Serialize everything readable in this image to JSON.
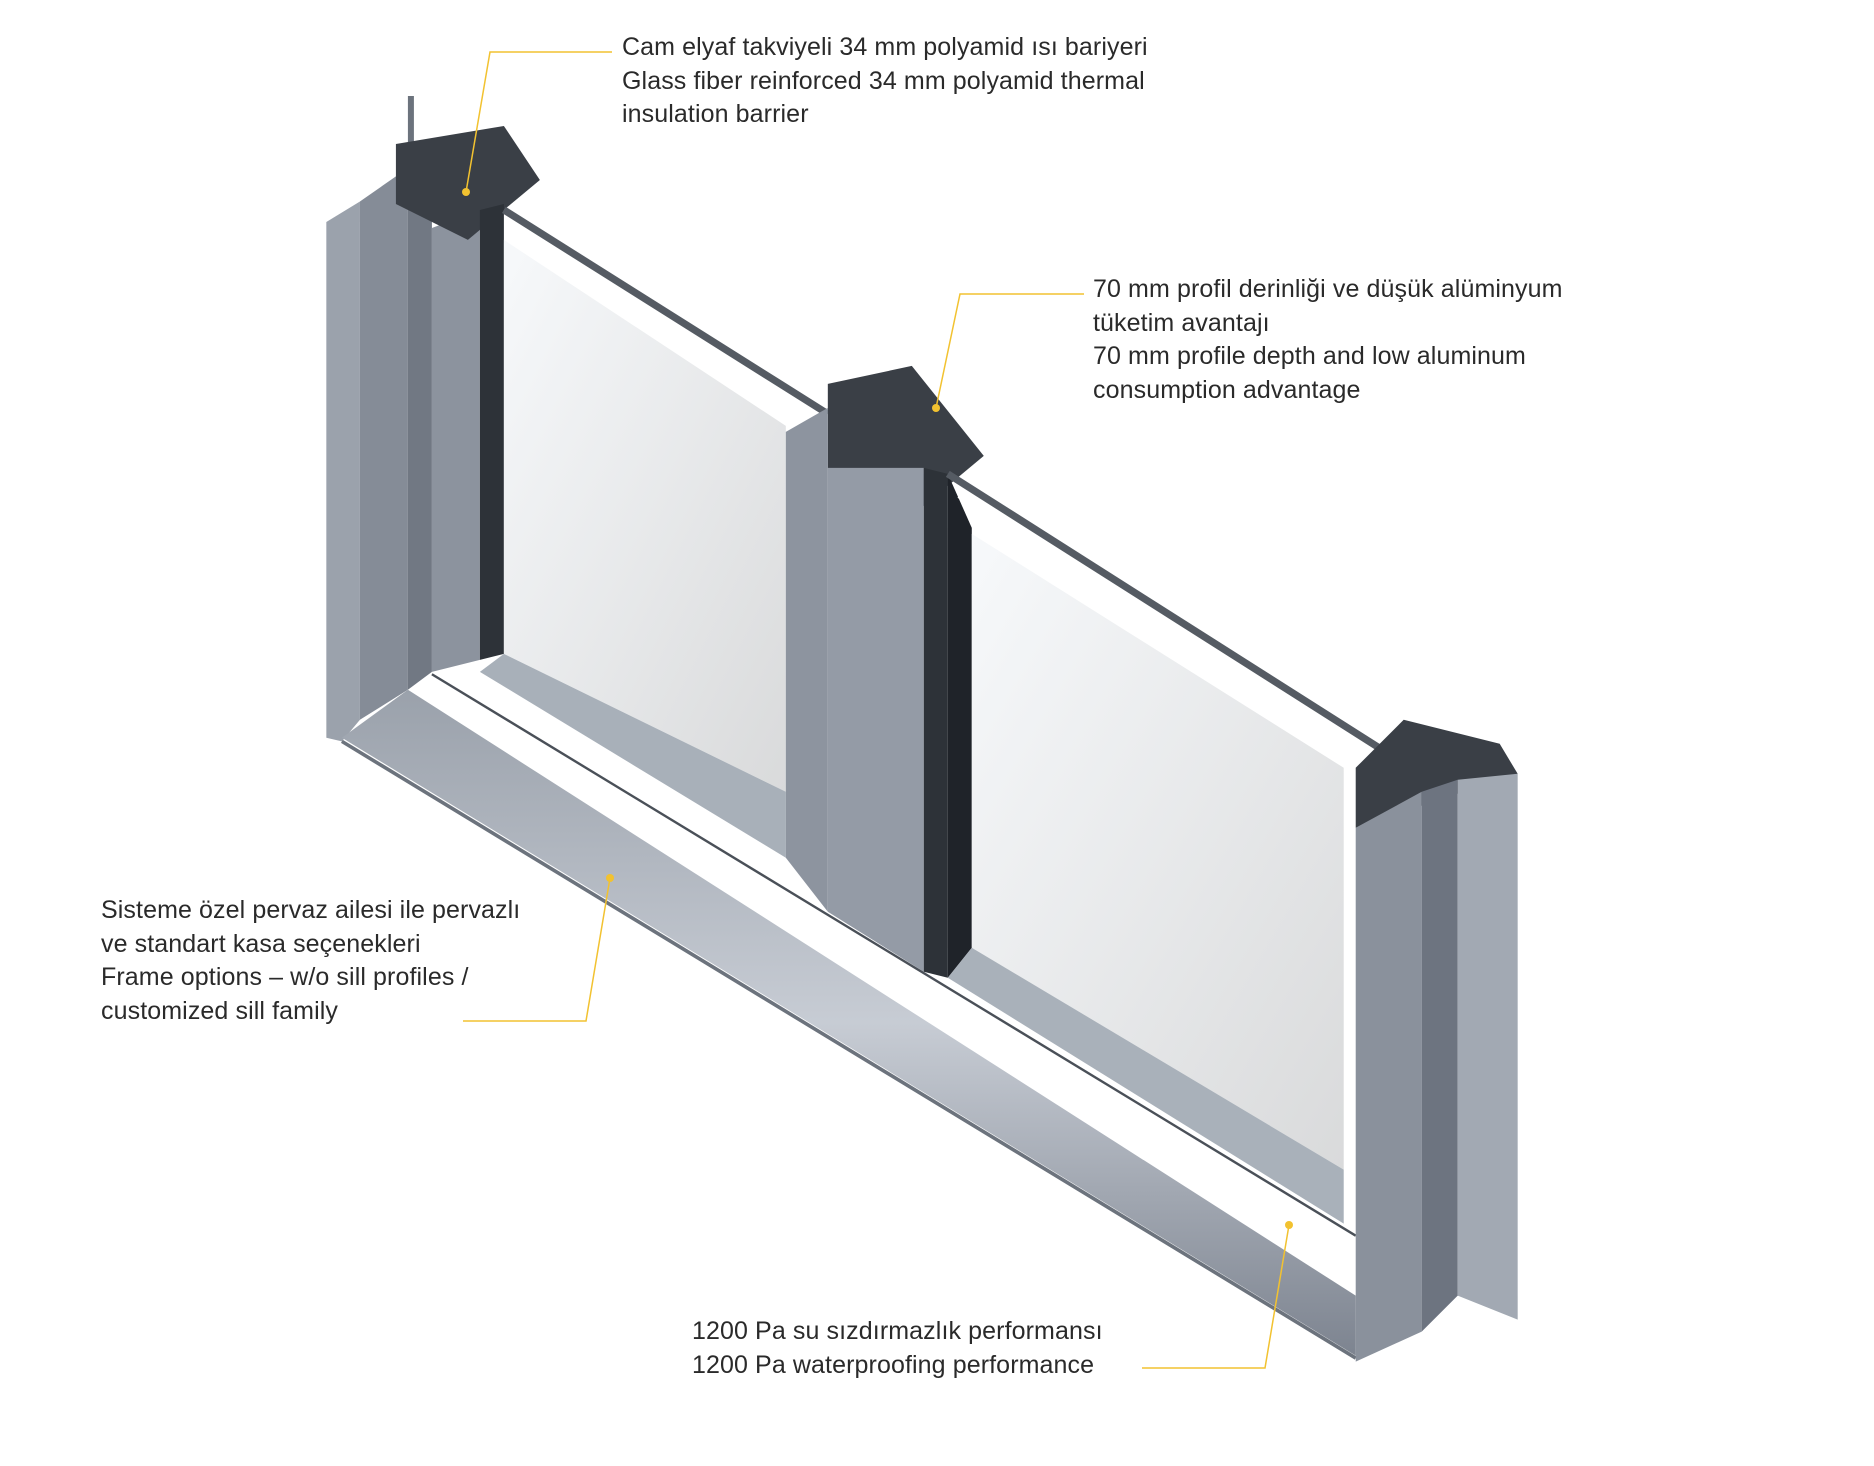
{
  "colors": {
    "leader": "#f2c230",
    "frame": "#8a919c",
    "frame_dark": "#5f6670",
    "glass": "#eef0f2",
    "text": "#2a2a2a"
  },
  "callouts": [
    {
      "id": "thermal-barrier",
      "lines": [
        "Cam elyaf takviyeli 34 mm polyamid ısı bariyeri",
        "Glass fiber reinforced 34 mm polyamid thermal",
        "insulation barrier"
      ]
    },
    {
      "id": "profile-depth",
      "lines": [
        "70 mm profil derinliği ve düşük alüminyum",
        "tüketim avantajı",
        "70 mm profile depth and low aluminum",
        "consumption advantage"
      ]
    },
    {
      "id": "frame-options",
      "lines": [
        "Sisteme özel pervaz ailesi ile pervazlı",
        "ve standart kasa seçenekleri",
        "Frame options – w/o sill profiles /",
        "customized sill family"
      ]
    },
    {
      "id": "waterproofing",
      "lines": [
        "1200 Pa su sızdırmazlık performansı",
        "1200 Pa waterproofing performance"
      ]
    }
  ]
}
